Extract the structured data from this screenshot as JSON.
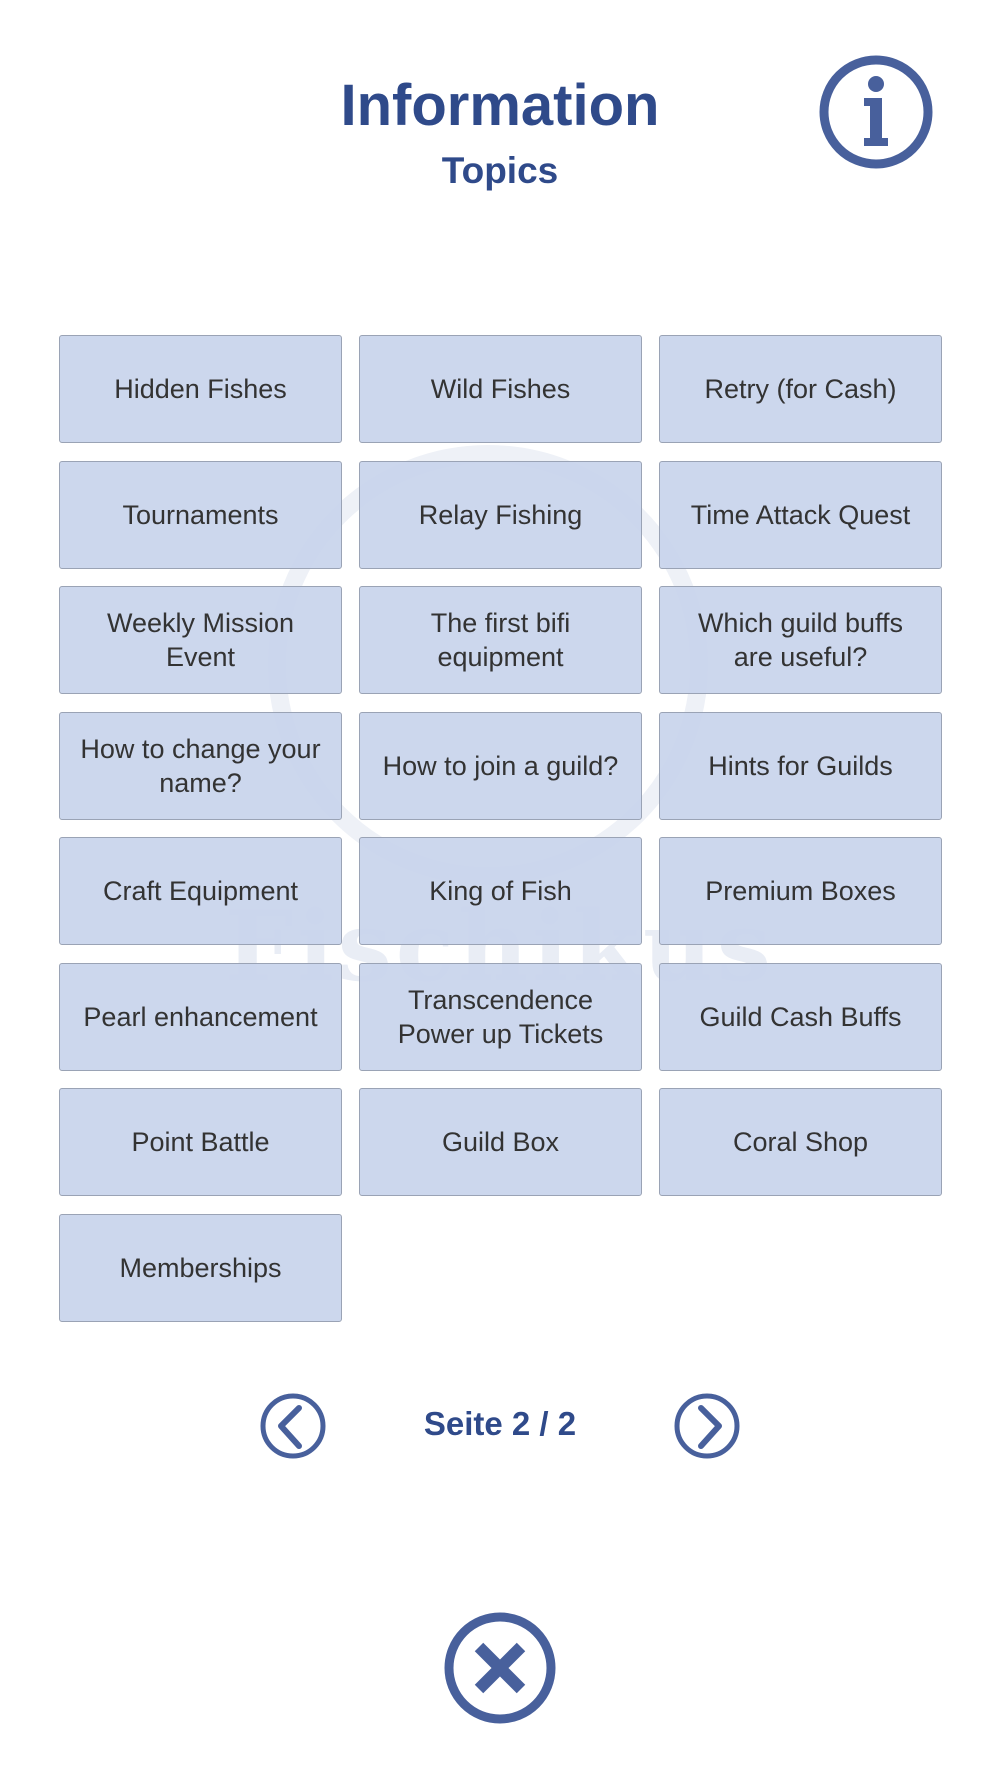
{
  "header": {
    "title": "Information",
    "subtitle": "Topics"
  },
  "watermark": "Fischikus",
  "topics": [
    "Hidden Fishes",
    "Wild Fishes",
    "Retry (for Cash)",
    "Tournaments",
    "Relay Fishing",
    "Time Attack Quest",
    "Weekly Mission\nEvent",
    "The first bifi\nequipment",
    "Which guild buffs\nare useful?",
    "How to change your\nname?",
    "How to join a guild?",
    "Hints for Guilds",
    "Craft Equipment",
    "King of Fish",
    "Premium Boxes",
    "Pearl enhancement",
    "Transcendence\nPower up Tickets",
    "Guild Cash Buffs",
    "Point Battle",
    "Guild Box",
    "Coral Shop",
    "Memberships"
  ],
  "pagination": {
    "label": "Seite 2 / 2",
    "current": 2,
    "total": 2
  },
  "colors": {
    "accent": "#48609c",
    "button_bg": "#c8d4ec",
    "title": "#2f4a8a"
  }
}
